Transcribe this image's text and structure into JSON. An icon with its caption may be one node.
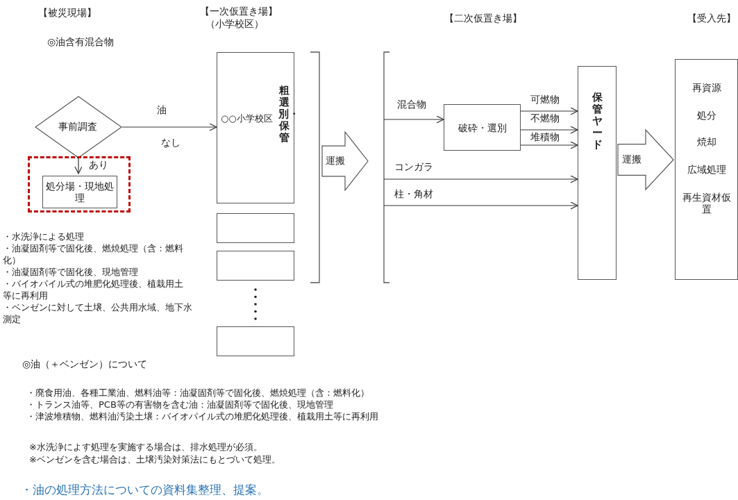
{
  "diagram": {
    "nodes": [
      {
        "text": [
          "事前調査"
        ]
      },
      {
        "text": [],
        "shape": "box"
      },
      {
        "text": [
          "処分場・現地処理"
        ],
        "in": 1
      },
      {
        "text": [
          "○○小学校区",
          "粗選別・保管"
        ]
      },
      {
        "text": [],
        "shape": "box"
      },
      {
        "text": [],
        "shape": "box"
      },
      {
        "text": [],
        "shape": "box"
      },
      {
        "text": [
          "運搬"
        ]
      },
      {
        "text": [
          "破砕・選別"
        ]
      },
      {
        "text": [
          "保管ヤード"
        ]
      },
      {
        "text": [
          "再資源",
          "処分",
          "焼却",
          "広域処理",
          "再生資材仮置"
        ]
      }
    ],
    "edges": [
      {
        "from": 0,
        "to": 3,
        "arrow": "to",
        "label": "油"
      },
      {
        "from": 0,
        "to": 2,
        "arrow": "to",
        "label": "あり"
      },
      {
        "from": null,
        "to": 8,
        "arrow": "to",
        "label": "混合物"
      },
      {
        "from": 8,
        "to": 9,
        "arrow": "to",
        "label": "可燃物"
      },
      {
        "from": 8,
        "to": 9,
        "arrow": "to",
        "label": "不燃物"
      },
      {
        "from": 8,
        "to": 9,
        "arrow": "to",
        "label": "堆積物"
      },
      {
        "from": null,
        "to": 9,
        "arrow": "to",
        "label": "コンガラ"
      },
      {
        "from": null,
        "to": 9,
        "arrow": "to",
        "label": "柱・角材"
      },
      {
        "from": 9,
        "to": 10,
        "arrow": "to",
        "label": "運搬"
      }
    ],
    "labels": [
      "【被災現場】",
      "【一次仮置き場】",
      "（小学校区）",
      "【二次仮置き場】",
      "【受入先】",
      "◎油含有混合物",
      "なし",
      "・水洗浄による処理",
      "・油凝固剤等で固化後、燃焼処理（含：燃料化）",
      "・油凝固剤等で固化後、現地管理",
      "・バイオパイル式の堆肥化処理後、植栽用土等に再利用",
      "・ベンゼンに対して土壌、公共用水域、地下水測定",
      "◎油（＋ベンゼン）について",
      "・廃食用油、各種工業油、燃料油等：油凝固剤等で固化後、燃焼処理（含：燃料化）",
      "・トランス油等、PCB等の有害物を含む油：油凝固剤等で固化後、現地管理",
      "・津波堆積物、燃料油汚染土壌：バイオパイル式の堆肥化処理後、植栽用土等に再利用",
      "※水洗浄によす処理を実施する場合は、排水処理が必須。",
      "※ベンゼンを含む場合は、土壌汚染対策法にもとづいて処理。",
      "・油の処理方法についての資料集整理、提案。"
    ]
  }
}
